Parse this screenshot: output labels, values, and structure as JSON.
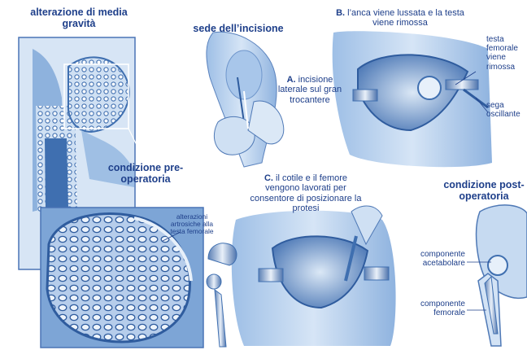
{
  "labels": {
    "title_gravity": "alterazione di media gravità",
    "title_incision": "sede dell’incisione",
    "title_preop": "condizione pre-operatoria",
    "title_postop": "condizione post-operatoria",
    "step_a_letter": "A.",
    "step_a_text": "incisione laterale sul gran trocantere",
    "step_b_letter": "B.",
    "step_b_text": "l’anca viene lussata e la testa viene rimossa",
    "step_c_letter": "C.",
    "step_c_text": "il cotile e il femore vengono lavorati per consentore di posizionare la protesi",
    "femoral_head_removed": "testa femorale viene rimossa",
    "oscillating_saw": "sega oscillante",
    "arthrosic_changes": "alterazioni artrosiche alla testa femorale",
    "acetabular_component": "componente acetabolare",
    "femoral_component": "componente femorale"
  },
  "colors": {
    "text": "#1e3f8a",
    "bone_dark": "#3f6fb0",
    "bone_mid": "#86aedb",
    "bone_light": "#cfe0f3",
    "skin": "#bcd3ee",
    "frame": "#4a74b5"
  }
}
